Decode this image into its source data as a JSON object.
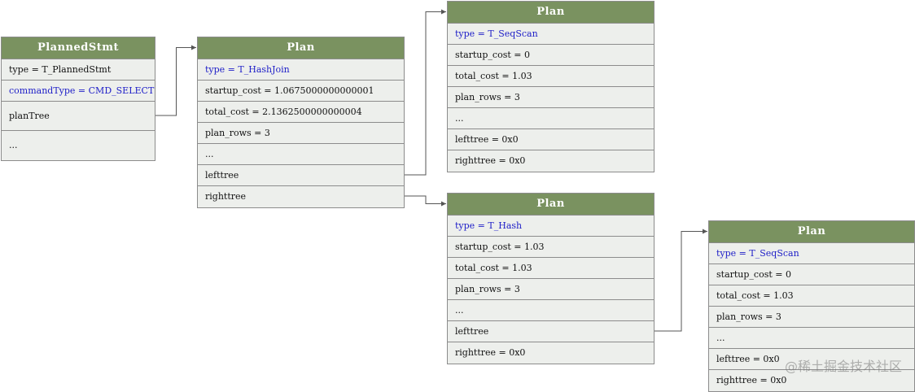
{
  "nodes": [
    {
      "title": "PlannedStmt",
      "rows": [
        {
          "text": "type = T_PlannedStmt",
          "highlight": false
        },
        {
          "text": "commandType = CMD_SELECT",
          "highlight": true
        },
        {
          "text": "planTree",
          "highlight": false
        },
        {
          "text": "...",
          "highlight": false
        }
      ]
    },
    {
      "title": "Plan",
      "rows": [
        {
          "text": "type = T_HashJoin",
          "highlight": true
        },
        {
          "text": "startup_cost = 1.0675000000000001",
          "highlight": false
        },
        {
          "text": "total_cost = 2.1362500000000004",
          "highlight": false
        },
        {
          "text": "plan_rows = 3",
          "highlight": false
        },
        {
          "text": "...",
          "highlight": false
        },
        {
          "text": "lefttree",
          "highlight": false
        },
        {
          "text": "righttree",
          "highlight": false
        }
      ]
    },
    {
      "title": "Plan",
      "rows": [
        {
          "text": "type = T_SeqScan",
          "highlight": true
        },
        {
          "text": "startup_cost = 0",
          "highlight": false
        },
        {
          "text": "total_cost = 1.03",
          "highlight": false
        },
        {
          "text": "plan_rows = 3",
          "highlight": false
        },
        {
          "text": "...",
          "highlight": false
        },
        {
          "text": "lefttree = 0x0",
          "highlight": false
        },
        {
          "text": "righttree = 0x0",
          "highlight": false
        }
      ]
    },
    {
      "title": "Plan",
      "rows": [
        {
          "text": "type = T_Hash",
          "highlight": true
        },
        {
          "text": "startup_cost = 1.03",
          "highlight": false
        },
        {
          "text": "total_cost = 1.03",
          "highlight": false
        },
        {
          "text": "plan_rows = 3",
          "highlight": false
        },
        {
          "text": "...",
          "highlight": false
        },
        {
          "text": "lefttree",
          "highlight": false
        },
        {
          "text": "righttree = 0x0",
          "highlight": false
        }
      ]
    },
    {
      "title": "Plan",
      "rows": [
        {
          "text": "type = T_SeqScan",
          "highlight": true
        },
        {
          "text": "startup_cost = 0",
          "highlight": false
        },
        {
          "text": "total_cost = 1.03",
          "highlight": false
        },
        {
          "text": "plan_rows = 3",
          "highlight": false
        },
        {
          "text": "...",
          "highlight": false
        },
        {
          "text": "lefttree = 0x0",
          "highlight": false
        },
        {
          "text": "righttree = 0x0",
          "highlight": false
        }
      ]
    }
  ],
  "edges": [
    {
      "from_node": 0,
      "from_row": 2,
      "to_node": 1
    },
    {
      "from_node": 1,
      "from_row": 5,
      "to_node": 2
    },
    {
      "from_node": 1,
      "from_row": 6,
      "to_node": 3
    },
    {
      "from_node": 3,
      "from_row": 5,
      "to_node": 4
    }
  ],
  "colors": {
    "header": "#7a9260",
    "body": "#edefec",
    "border": "#8c8c8c",
    "highlight_text": "#2020c8",
    "connector": "#555555"
  },
  "watermark": "@稀土掘金技术社区"
}
